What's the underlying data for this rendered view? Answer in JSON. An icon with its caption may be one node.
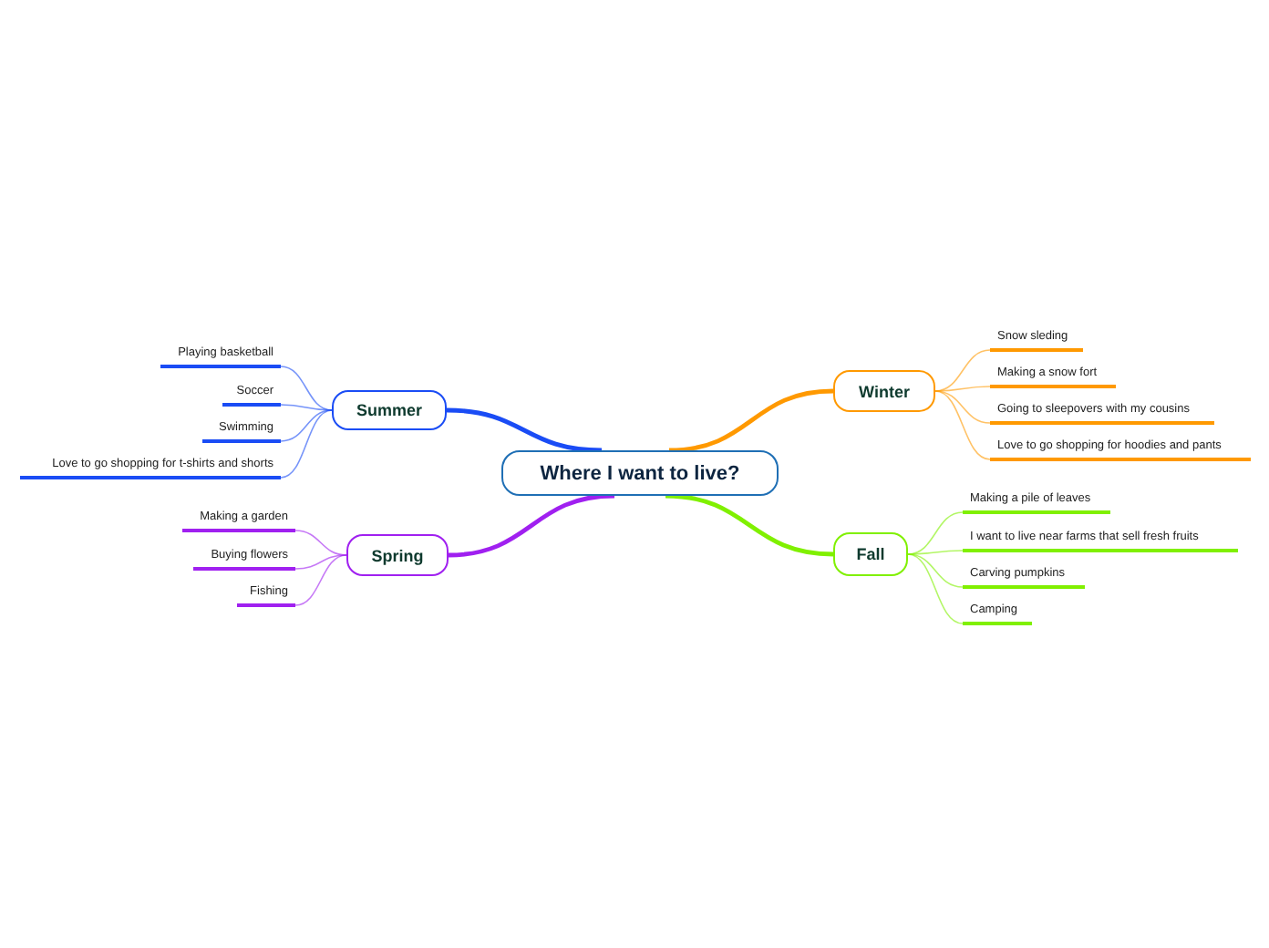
{
  "diagram": {
    "nodes": [
      {
        "text": [
          "Where I want to live?"
        ]
      },
      {
        "text": [
          "Summer"
        ]
      },
      {
        "text": [
          "Playing basketball"
        ]
      },
      {
        "text": [
          "Soccer"
        ]
      },
      {
        "text": [
          "Swimming"
        ]
      },
      {
        "text": [
          "Love to go shopping for t-shirts and shorts"
        ]
      },
      {
        "text": [
          "Spring"
        ]
      },
      {
        "text": [
          "Making a garden"
        ]
      },
      {
        "text": [
          "Buying flowers"
        ]
      },
      {
        "text": [
          "Fishing"
        ]
      },
      {
        "text": [
          "Winter"
        ]
      },
      {
        "text": [
          "Snow sleding"
        ]
      },
      {
        "text": [
          "Making a snow fort"
        ]
      },
      {
        "text": [
          "Going to sleepovers with my cousins"
        ]
      },
      {
        "text": [
          "Love to go shopping for hoodies and pants"
        ]
      },
      {
        "text": [
          "Fall"
        ]
      },
      {
        "text": [
          "Making a pile of leaves"
        ]
      },
      {
        "text": [
          "I want to live near farms that sell fresh fruits"
        ]
      },
      {
        "text": [
          "Carving pumpkins"
        ]
      },
      {
        "text": [
          "Camping"
        ]
      }
    ],
    "edges": [
      {
        "from": 0,
        "to": 1,
        "arrow": "none",
        "style": "thick",
        "color": "#1a4cf5"
      },
      {
        "from": 1,
        "to": 2,
        "arrow": "none",
        "color": "#1a4cf5"
      },
      {
        "from": 1,
        "to": 3,
        "arrow": "none",
        "color": "#1a4cf5"
      },
      {
        "from": 1,
        "to": 4,
        "arrow": "none",
        "color": "#1a4cf5"
      },
      {
        "from": 1,
        "to": 5,
        "arrow": "none",
        "color": "#1a4cf5"
      },
      {
        "from": 0,
        "to": 6,
        "arrow": "none",
        "style": "thick",
        "color": "#a020f0"
      },
      {
        "from": 6,
        "to": 7,
        "arrow": "none",
        "color": "#a020f0"
      },
      {
        "from": 6,
        "to": 8,
        "arrow": "none",
        "color": "#a020f0"
      },
      {
        "from": 6,
        "to": 9,
        "arrow": "none",
        "color": "#a020f0"
      },
      {
        "from": 0,
        "to": 10,
        "arrow": "none",
        "style": "thick",
        "color": "#ff9900"
      },
      {
        "from": 10,
        "to": 11,
        "arrow": "none",
        "color": "#ff9900"
      },
      {
        "from": 10,
        "to": 12,
        "arrow": "none",
        "color": "#ff9900"
      },
      {
        "from": 10,
        "to": 13,
        "arrow": "none",
        "color": "#ff9900"
      },
      {
        "from": 10,
        "to": 14,
        "arrow": "none",
        "color": "#ff9900"
      },
      {
        "from": 0,
        "to": 15,
        "arrow": "none",
        "style": "thick",
        "color": "#80f000"
      },
      {
        "from": 15,
        "to": 16,
        "arrow": "none",
        "color": "#80f000"
      },
      {
        "from": 15,
        "to": 17,
        "arrow": "none",
        "color": "#80f000"
      },
      {
        "from": 15,
        "to": 18,
        "arrow": "none",
        "color": "#80f000"
      },
      {
        "from": 15,
        "to": 19,
        "arrow": "none",
        "color": "#80f000"
      }
    ]
  }
}
